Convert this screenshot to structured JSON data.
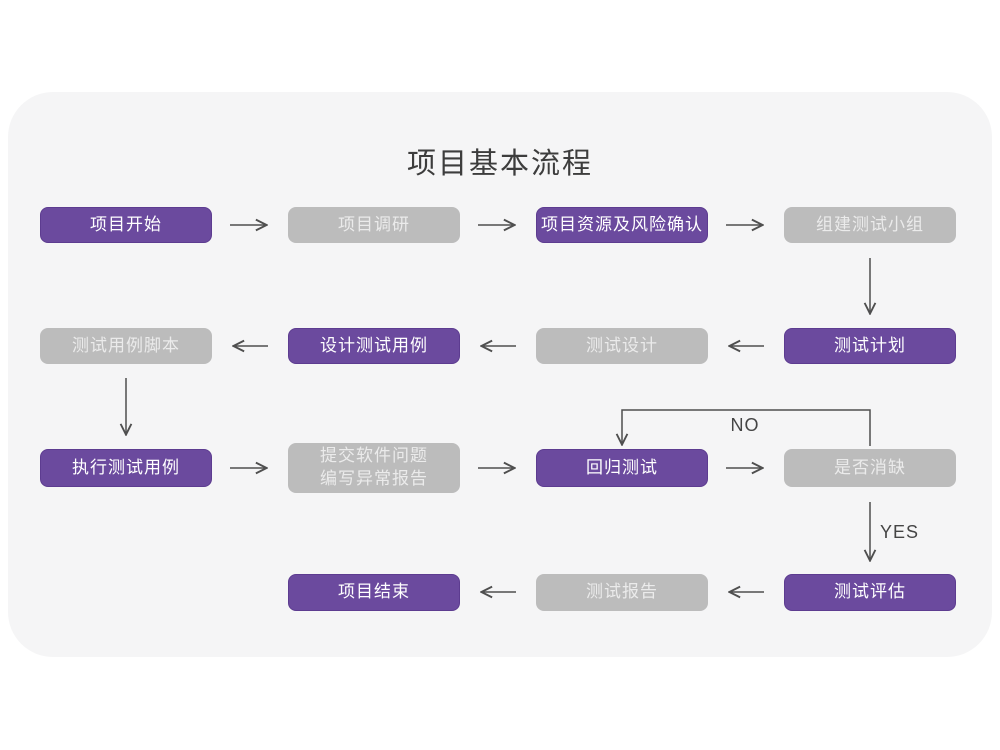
{
  "page": {
    "title": "项目基本流程"
  },
  "labels": {
    "no": "NO",
    "yes": "YES"
  },
  "colors": {
    "purple": "#6b4a9e",
    "purple-border": "#5d3c90",
    "gray": "#bcbcbc",
    "gray-text": "#ebebeb",
    "card": "#f5f5f6",
    "arrow": "#4f4f4f",
    "title": "#3d3d3d"
  },
  "nodes": {
    "start": {
      "label": "项目开始",
      "variant": "purple"
    },
    "research": {
      "label": "项目调研",
      "variant": "gray"
    },
    "risk": {
      "label": "项目资源及风险确认",
      "variant": "purple"
    },
    "team": {
      "label": "组建测试小组",
      "variant": "gray"
    },
    "plan": {
      "label": "测试计划",
      "variant": "purple"
    },
    "design": {
      "label": "测试设计",
      "variant": "gray"
    },
    "case_design": {
      "label": "设计测试用例",
      "variant": "purple"
    },
    "script": {
      "label": "测试用例脚本",
      "variant": "gray"
    },
    "execute": {
      "label": "执行测试用例",
      "variant": "purple"
    },
    "issue": {
      "label": "提交软件问题\n编写异常报告",
      "variant": "gray"
    },
    "regression": {
      "label": "回归测试",
      "variant": "purple"
    },
    "defect": {
      "label": "是否消缺",
      "variant": "gray"
    },
    "evaluate": {
      "label": "测试评估",
      "variant": "purple"
    },
    "report": {
      "label": "测试报告",
      "variant": "gray"
    },
    "end": {
      "label": "项目结束",
      "variant": "purple"
    }
  }
}
